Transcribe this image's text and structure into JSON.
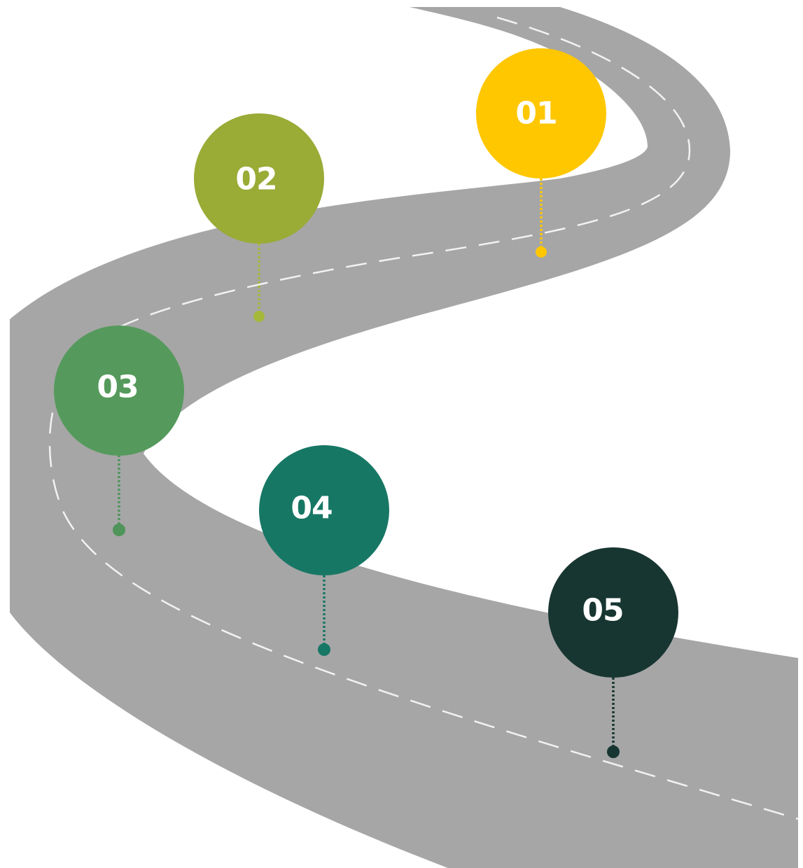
{
  "colors": {
    "background": "#ffffff",
    "road": "#a6a6a6",
    "lane_marking": "#f2f2f2"
  },
  "milestones": [
    {
      "label": "01",
      "color": "#fec700",
      "pin_color": "#fec700"
    },
    {
      "label": "02",
      "color": "#9aab36",
      "pin_color": "#a5b83a"
    },
    {
      "label": "03",
      "color": "#559a5c",
      "pin_color": "#4f945a"
    },
    {
      "label": "04",
      "color": "#177765",
      "pin_color": "#177765"
    },
    {
      "label": "05",
      "color": "#183631",
      "pin_color": "#183631"
    }
  ]
}
